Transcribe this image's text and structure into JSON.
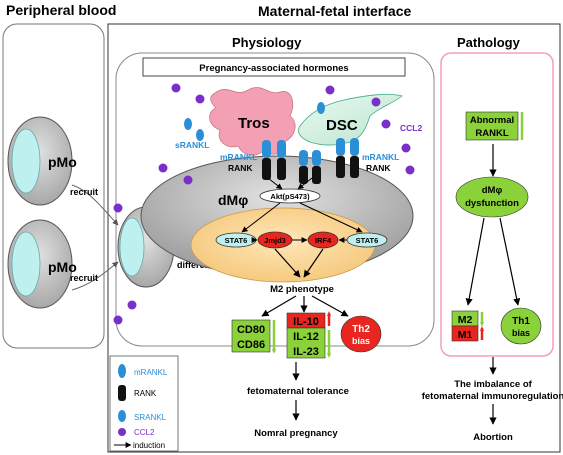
{
  "titles": {
    "peripheral": "Peripheral blood",
    "interface": "Maternal-fetal interface",
    "physiology": "Physiology",
    "pathology": "Pathology"
  },
  "hormones": "Pregnancy-associated hormones",
  "cells": {
    "pmo_top": "pMo",
    "pmo_bottom": "pMo",
    "tros": "Tros",
    "dsc": "DSC",
    "dmphi": "dMφ"
  },
  "arrows": {
    "recruit_top": "recruit",
    "recruit_bottom": "recruit",
    "differentiate": "differentiate"
  },
  "molecules": {
    "srankl": "sRANKL",
    "ccl2": "CCL2",
    "mrankl_left": "mRANKL",
    "rank_left": "RANK",
    "mrankl_right": "mRANKL",
    "rank_right": "RANK",
    "akt": "Akt(pS473)",
    "stat6_left": "STAT6",
    "jmjd3": "Jmjd3",
    "irf4": "IRF4",
    "stat6_right": "STAT6"
  },
  "physiology": {
    "m2_phenotype": "M2 phenotype",
    "cd80": "CD80",
    "cd86": "CD86",
    "il10": "IL-10",
    "il12": "IL-12",
    "il23": "IL-23",
    "th2": "Th2",
    "th2_bias": "bias",
    "tolerance": "fetomaternal tolerance",
    "normal": "Nomral pregnancy"
  },
  "pathology": {
    "abnormal": "Abnormal",
    "abnormal_rankl": "RANKL",
    "dmphi": "dMφ",
    "dysfunction": "dysfunction",
    "m2": "M2",
    "m1": "M1",
    "th1": "Th1",
    "th1_bias": "bias",
    "imbalance_1": "The imbalance of",
    "imbalance_2": "fetomaternal immunoregulation",
    "abortion": "Abortion"
  },
  "legend": {
    "mrankl": "mRANKL",
    "rank": "RANK",
    "srankl": "SRANKL",
    "ccl2": "CCL2",
    "induction": "induction"
  },
  "colors": {
    "green": "#8bd13a",
    "red": "#e8261f",
    "blue": "#2a8fd6",
    "purple": "#7a2fc8",
    "pink": "#f3a0b4",
    "cell_gray": "#c6c6c6",
    "nucleus": "#bff0f0"
  }
}
